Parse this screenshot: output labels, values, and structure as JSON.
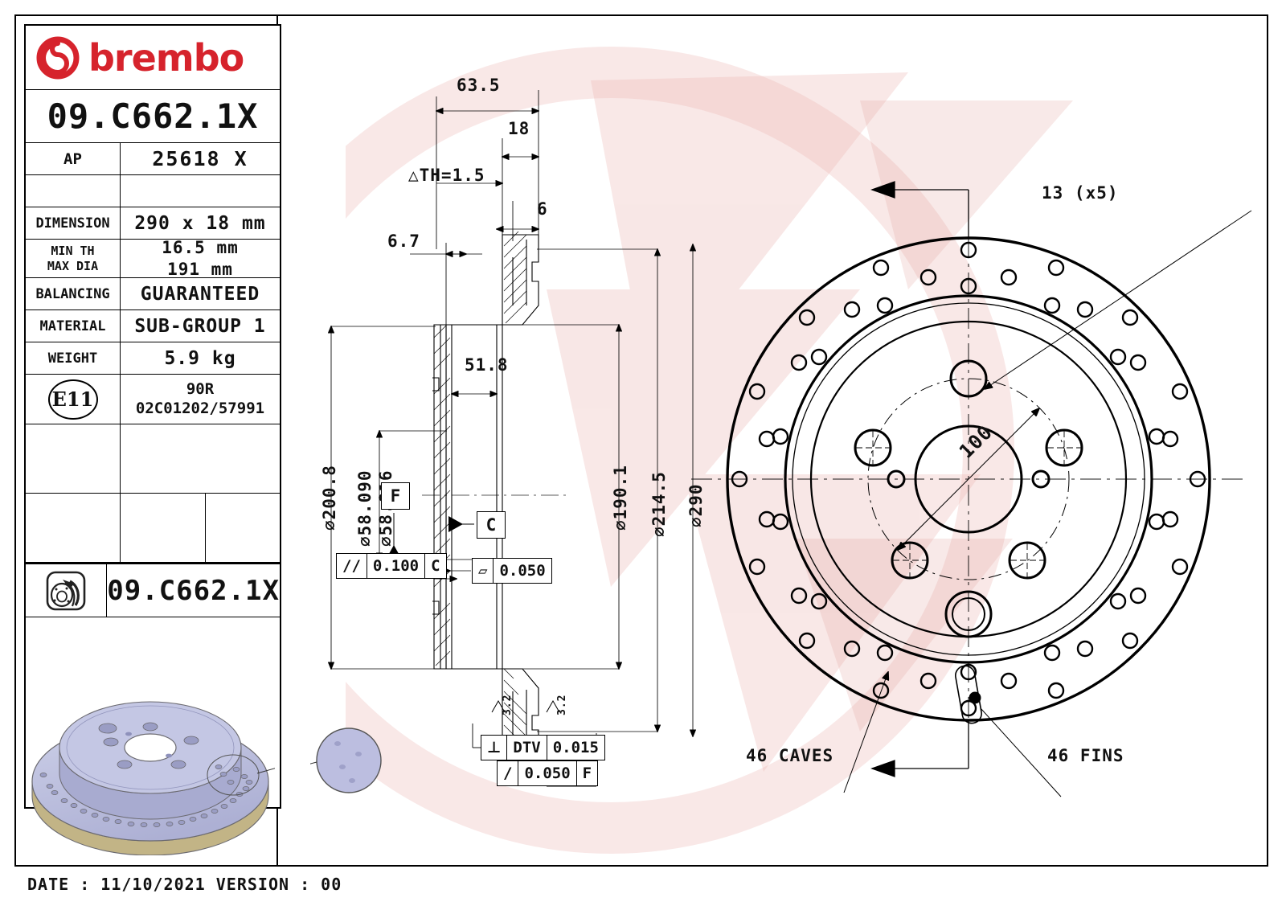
{
  "document": {
    "brand": "brembo",
    "part_code": "09.C662.1X",
    "footer": "DATE : 11/10/2021 VERSION : 00"
  },
  "title_block": {
    "code_row": "09.C662.1X",
    "ap_label": "AP",
    "ap_value": "25618 X",
    "rows": [
      {
        "label": "DIMENSION",
        "value": "290 x 18 mm"
      },
      {
        "label": "MIN TH\nMAX DIA",
        "value": "16.5 mm\n191 mm"
      },
      {
        "label": "BALANCING",
        "value": "GUARANTEED"
      },
      {
        "label": "MATERIAL",
        "value": "SUB-GROUP 1"
      },
      {
        "label": "WEIGHT",
        "value": "5.9 kg"
      }
    ],
    "homologation": {
      "badge": "E11",
      "value": "90R\n02C01202/57991"
    },
    "icon_row_code": "09.C662.1X"
  },
  "section_view": {
    "dim_overall_width": "63.5",
    "dim_disc_thickness": "18",
    "dim_th_variation": "△TH=1.5",
    "dim_vent_gap": "6",
    "dim_offset": "6.7",
    "dim_hat_depth": "51.8",
    "dim_outer_hub": "⌀200.8",
    "dim_bore_upper": "⌀58.090",
    "dim_bore_lower": "⌀58.016",
    "dim_inner_braking": "⌀190.1",
    "dim_mid_diameter": "⌀214.5",
    "dim_outer_diameter": "⌀290",
    "datum_f": "F",
    "datum_c": "C",
    "fcf_parallel": {
      "symbol": "//",
      "tolerance": "0.100",
      "datum": "C"
    },
    "fcf_flatness": {
      "symbol": "▱",
      "tolerance": "0.050"
    },
    "fcf_dtv": {
      "symbol": "DTV",
      "tolerance": "0.015"
    },
    "fcf_runout": {
      "symbol": "/",
      "tolerance": "0.050",
      "datum": "F"
    },
    "roughness_left": "3.2",
    "roughness_right": "3.2"
  },
  "face_view": {
    "bolt_hole_callout": "13 (x5)",
    "pcd_label": "100",
    "caves_label": "46 CAVES",
    "fins_label": "46 FINS"
  },
  "colors": {
    "brand_red": "#d6232c",
    "line": "#000000",
    "watermark": "#f2c9c5",
    "render_body": "#b8bada",
    "render_edge": "#9c9ec6",
    "render_band": "#c3b98a"
  }
}
